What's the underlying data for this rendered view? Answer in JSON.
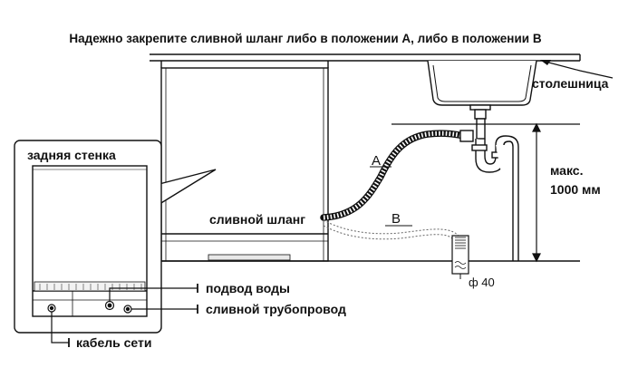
{
  "title": "Надежно закрепите сливной шланг либо в положении A, либо в положении B",
  "labels": {
    "countertop": "столешница",
    "back_wall": "задняя стенка",
    "drain_hose": "сливной шланг",
    "water_inlet": "подвод воды",
    "drain_pipe": "сливной трубопровод",
    "power_cable": "кабель сети",
    "max_height_line1": "макс.",
    "max_height_line2": "1000 мм",
    "position_a": "A",
    "position_b": "B",
    "diameter": "ф 40"
  },
  "colors": {
    "line": "#111111",
    "dashed": "#555555",
    "fill_light": "#f2f2f2"
  }
}
